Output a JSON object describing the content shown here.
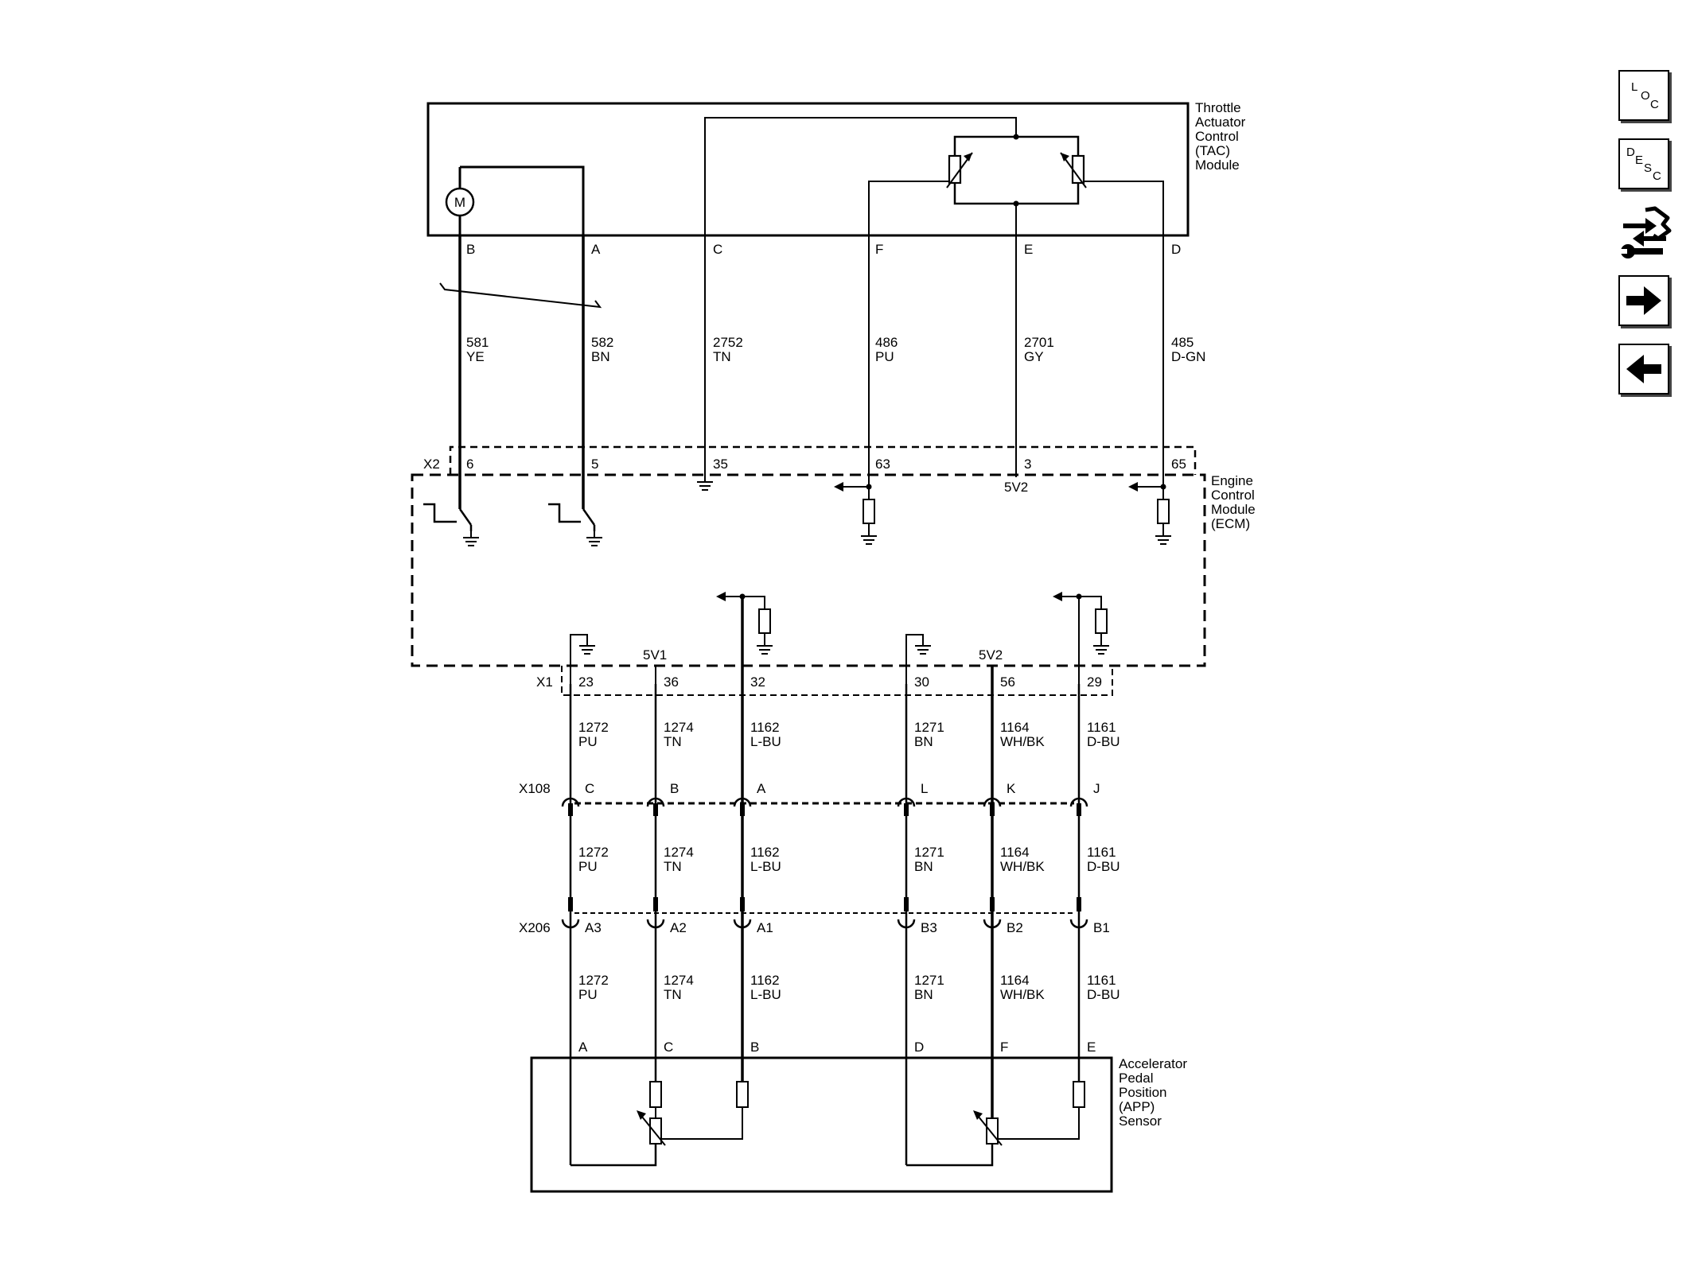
{
  "modules": {
    "tac": [
      "Throttle",
      "Actuator",
      "Control",
      "(TAC)",
      "Module"
    ],
    "ecm": [
      "Engine",
      "Control",
      "Module",
      "(ECM)"
    ],
    "app": [
      "Accelerator",
      "Pedal",
      "Position",
      "(APP)",
      "Sensor"
    ]
  },
  "motor_label": "M",
  "tac_pins": [
    "B",
    "A",
    "C",
    "F",
    "E",
    "D"
  ],
  "tac_wires": [
    {
      "circuit": "581",
      "color": "YE"
    },
    {
      "circuit": "582",
      "color": "BN"
    },
    {
      "circuit": "2752",
      "color": "TN"
    },
    {
      "circuit": "486",
      "color": "PU"
    },
    {
      "circuit": "2701",
      "color": "GY"
    },
    {
      "circuit": "485",
      "color": "D-GN"
    }
  ],
  "connectors": {
    "x2": {
      "name": "X2",
      "pins": [
        "6",
        "5",
        "35",
        "63",
        "3",
        "65"
      ]
    },
    "x1": {
      "name": "X1",
      "pins": [
        "23",
        "36",
        "32",
        "30",
        "56",
        "29"
      ]
    },
    "x108": {
      "name": "X108",
      "pins": [
        "C",
        "B",
        "A",
        "L",
        "K",
        "J"
      ]
    },
    "x206": {
      "name": "X206",
      "pins": [
        "A3",
        "A2",
        "A1",
        "B3",
        "B2",
        "B1"
      ]
    }
  },
  "ecm_refs": {
    "upper": "5V2",
    "x1_left": "5V1",
    "x1_right": "5V2"
  },
  "pedal_wires": [
    {
      "circuit": "1272",
      "color": "PU"
    },
    {
      "circuit": "1274",
      "color": "TN"
    },
    {
      "circuit": "1162",
      "color": "L-BU"
    },
    {
      "circuit": "1271",
      "color": "BN"
    },
    {
      "circuit": "1164",
      "color": "WH/BK"
    },
    {
      "circuit": "1161",
      "color": "D-BU"
    }
  ],
  "app_pins": [
    "A",
    "C",
    "B",
    "D",
    "F",
    "E"
  ],
  "nav": {
    "loc": [
      "L",
      "O",
      "C"
    ],
    "desc": [
      "D",
      "E",
      "S",
      "C"
    ]
  }
}
